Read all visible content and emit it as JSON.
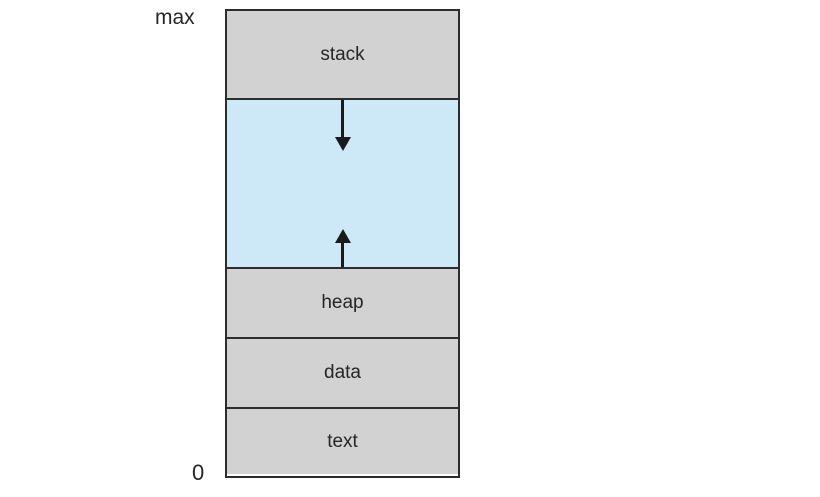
{
  "diagram": {
    "max_label": "max",
    "zero_label": "0",
    "sections": [
      {
        "name": "stack",
        "label": "stack",
        "fill": "#d2d2d2"
      },
      {
        "name": "free-space",
        "label": "",
        "fill": "#cde9f8",
        "arrows": [
          "stack-grows-down-arrow",
          "heap-grows-up-arrow"
        ]
      },
      {
        "name": "heap",
        "label": "heap",
        "fill": "#d2d2d2"
      },
      {
        "name": "data",
        "label": "data",
        "fill": "#d2d2d2"
      },
      {
        "name": "text",
        "label": "text",
        "fill": "#d2d2d2"
      }
    ],
    "colors": {
      "border": "#2d2d2d",
      "arrow": "#1a1a1a",
      "label_text": "#262626",
      "background": "#ffffff"
    }
  }
}
